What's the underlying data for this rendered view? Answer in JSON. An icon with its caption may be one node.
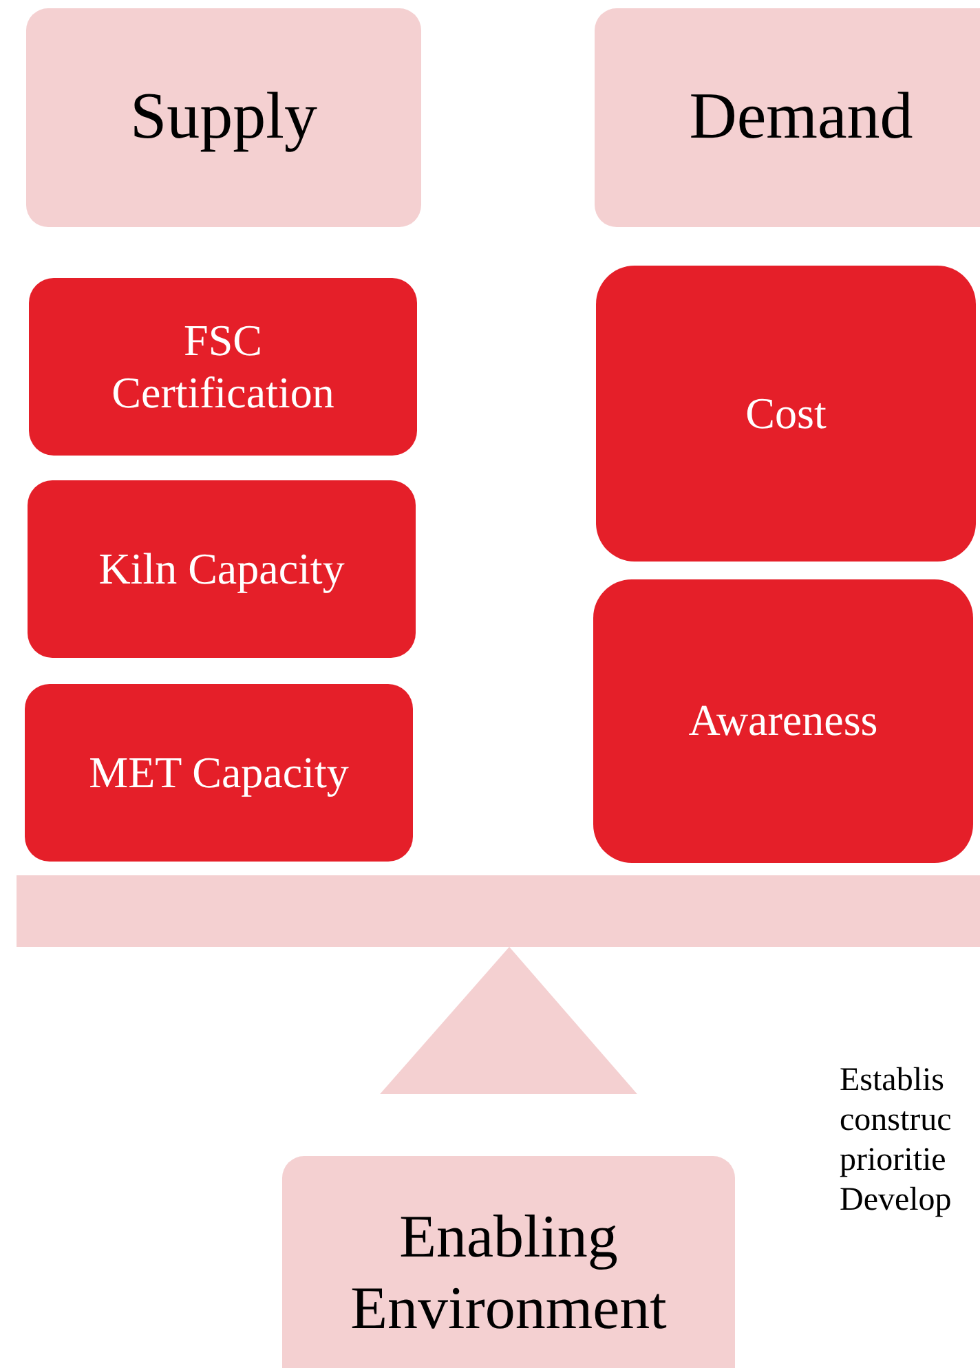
{
  "diagram": {
    "nodes": [
      {
        "text": [
          "Supply"
        ]
      },
      {
        "text": [
          "Demand"
        ]
      },
      {
        "text": [
          "FSC Certification"
        ]
      },
      {
        "text": [
          "Kiln Capacity"
        ]
      },
      {
        "text": [
          "MET Capacity"
        ]
      },
      {
        "text": [
          "Cost"
        ]
      },
      {
        "text": [
          "Awareness"
        ]
      },
      {
        "text": [
          "Enabling Environment"
        ]
      }
    ],
    "labels": [
      "Establis",
      "construc",
      "prioritie",
      "Develop"
    ]
  }
}
